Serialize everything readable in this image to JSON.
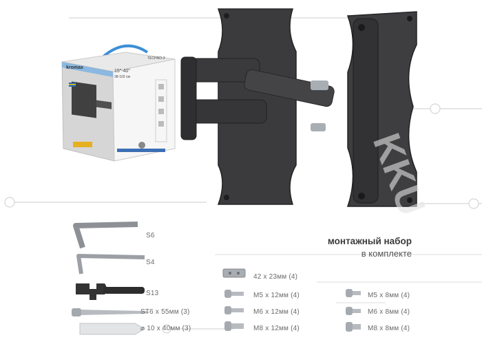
{
  "colors": {
    "bracket": "#3a3a3c",
    "bracket_dark": "#232325",
    "steel": "#9ea3a8",
    "line": "#c8c8c8",
    "label": "#6a6a6a",
    "watermark": "#d8d8d8"
  },
  "package": {
    "brand": "kromax",
    "size_range": "15\"-40\"",
    "size_cm": "38-102 см",
    "model": "TECHNO-3"
  },
  "kit": {
    "title": "монтажный набор",
    "subtitle": "в комплекте"
  },
  "tools": [
    {
      "label": "S6"
    },
    {
      "label": "S4"
    },
    {
      "label": "S13"
    }
  ],
  "screws": [
    {
      "label": "ST6 x 55мм (3)"
    },
    {
      "label": "⌀ 10 x 40мм (3)"
    }
  ],
  "hardware_center": [
    {
      "label": "42 x 23мм (4)"
    },
    {
      "label": "M5 x 12мм (4)"
    },
    {
      "label": "M6 x 12мм (4)"
    },
    {
      "label": "M8 x 12мм (4)"
    }
  ],
  "hardware_right": [
    {
      "label": "M5 x 8мм (4)"
    },
    {
      "label": "M6 x 8мм (4)"
    },
    {
      "label": "M8 x 8мм (4)"
    }
  ],
  "watermark": "KKU"
}
